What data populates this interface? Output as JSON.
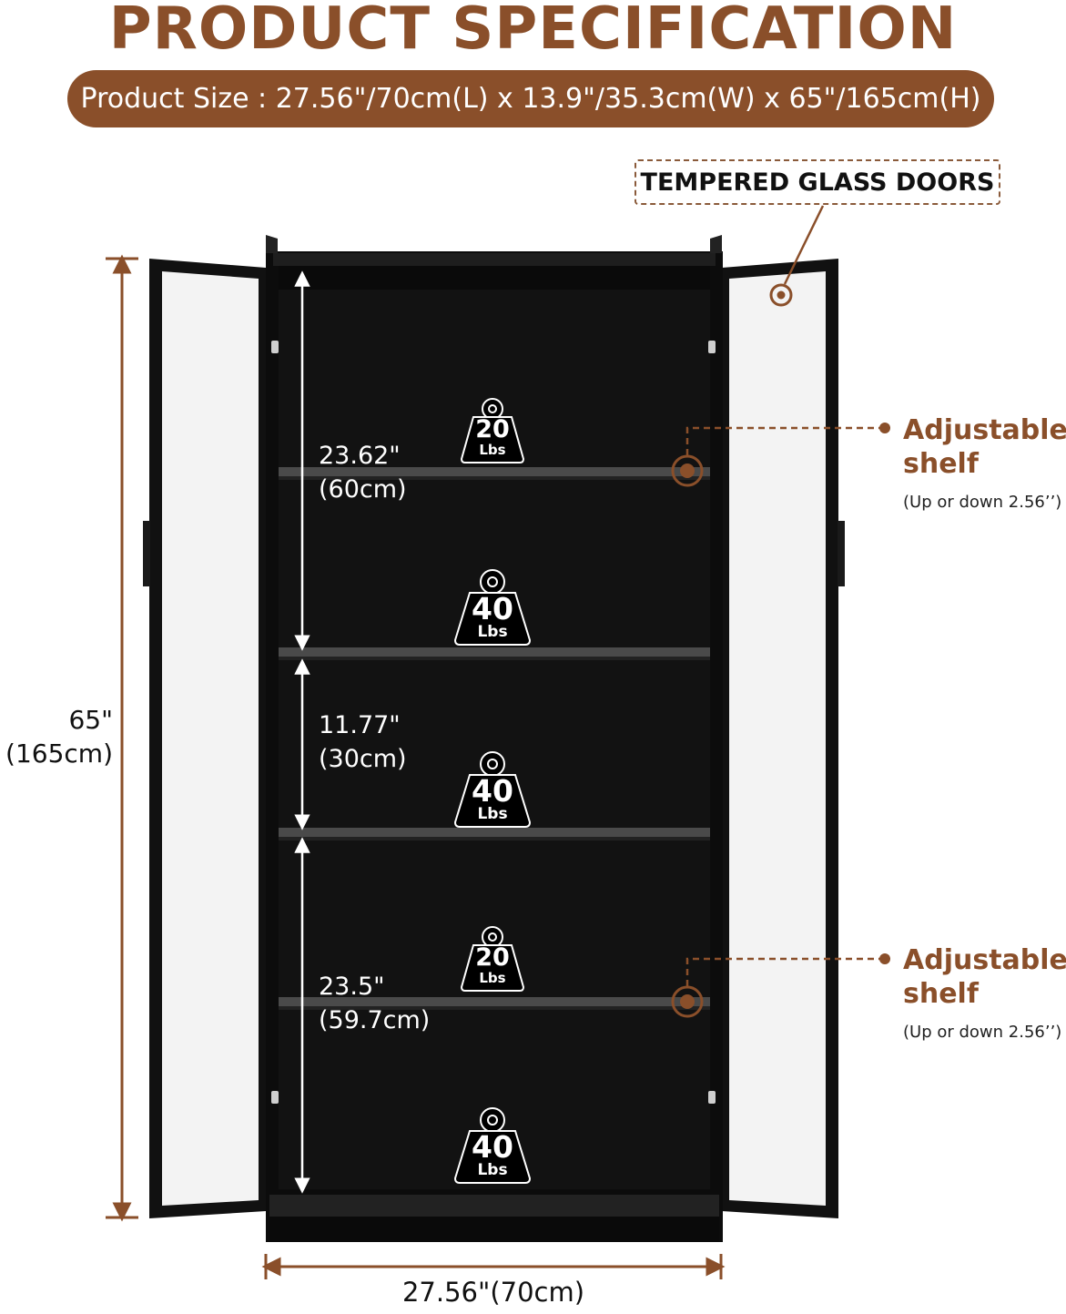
{
  "header": {
    "title": "PRODUCT SPECIFICATION",
    "size_text": "Product Size : 27.56\"/70cm(L) x 13.9\"/35.3cm(W) x 65\"/165cm(H)"
  },
  "callouts": {
    "doors": "TEMPERED GLASS DOORS",
    "shelf_upper": {
      "title_line1": "Adjustable",
      "title_line2": "shelf",
      "note": "(Up or down 2.56’’)"
    },
    "shelf_lower": {
      "title_line1": "Adjustable",
      "title_line2": "shelf",
      "note": "(Up or down 2.56’’)"
    }
  },
  "dimensions": {
    "height_in": "65\"",
    "height_cm": "(165cm)",
    "width": "27.56\"(70cm)",
    "section_top_in": "23.62\"",
    "section_top_cm": "(60cm)",
    "section_mid_in": "11.77\"",
    "section_mid_cm": "(30cm)",
    "section_bottom_in": "23.5\"",
    "section_bottom_cm": "(59.7cm)"
  },
  "weights": [
    {
      "value": "20",
      "unit": "Lbs"
    },
    {
      "value": "40",
      "unit": "Lbs"
    },
    {
      "value": "40",
      "unit": "Lbs"
    },
    {
      "value": "20",
      "unit": "Lbs"
    },
    {
      "value": "40",
      "unit": "Lbs"
    }
  ],
  "colors": {
    "brand_brown": "#8a4f2a",
    "cabinet_black": "#111111",
    "glass": "#f2f2f2"
  }
}
